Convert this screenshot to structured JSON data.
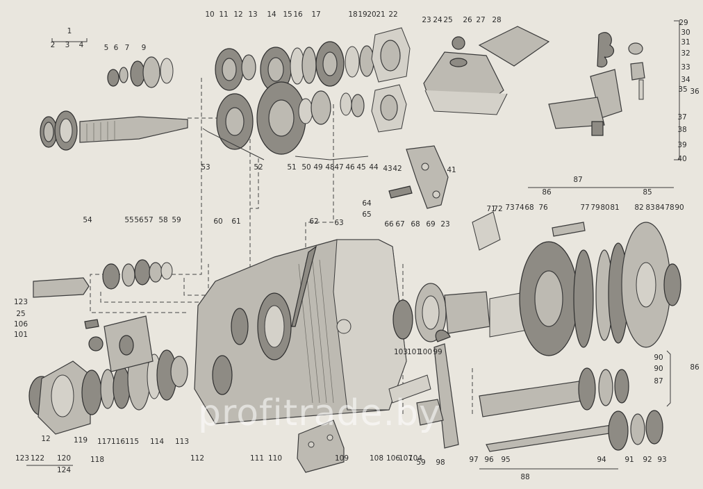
{
  "labels": [
    "1",
    "2",
    "3",
    "4",
    "5",
    "6",
    "7",
    "9",
    "10",
    "11",
    "12",
    "13",
    "14",
    "15",
    "16",
    "17",
    "18",
    "19",
    "20",
    "21",
    "22",
    "23",
    "24",
    "25",
    "26",
    "27",
    "28",
    "29",
    "30",
    "31",
    "32",
    "33",
    "34",
    "35",
    "36",
    "37",
    "38",
    "39",
    "40",
    "41",
    "42",
    "43",
    "44",
    "45",
    "46",
    "47",
    "48",
    "49",
    "50",
    "51",
    "52",
    "53",
    "54",
    "55",
    "56",
    "57",
    "58",
    "59",
    "60",
    "61",
    "62",
    "63",
    "64",
    "65",
    "66",
    "67",
    "68",
    "69",
    "23",
    "71",
    "72",
    "73",
    "74",
    "68",
    "76",
    "77",
    "79",
    "80",
    "81",
    "82",
    "83",
    "84",
    "78",
    "90",
    "85",
    "86",
    "87",
    "90",
    "90",
    "87",
    "86",
    "88",
    "91",
    "92",
    "93",
    "94",
    "95",
    "96",
    "97",
    "98",
    "99",
    "100",
    "101",
    "103",
    "59",
    "104",
    "106",
    "107",
    "108",
    "109",
    "110",
    "111",
    "112",
    "113",
    "114",
    "115",
    "116",
    "117",
    "118",
    "119",
    "120",
    "12",
    "122",
    "123",
    "124",
    "101",
    "25",
    "106",
    "123"
  ],
  "watermark": "profitrade.by"
}
